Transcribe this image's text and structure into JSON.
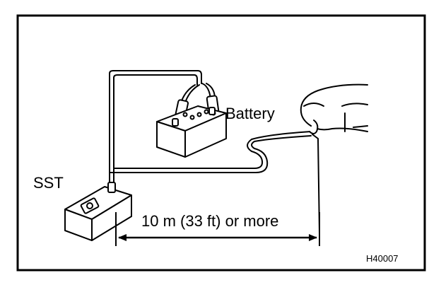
{
  "labels": {
    "battery": "Battery",
    "sst": "SST",
    "distance": "10 m (33 ft) or more",
    "code": "H40007"
  },
  "colors": {
    "ink": "#000000",
    "paper": "#ffffff"
  }
}
